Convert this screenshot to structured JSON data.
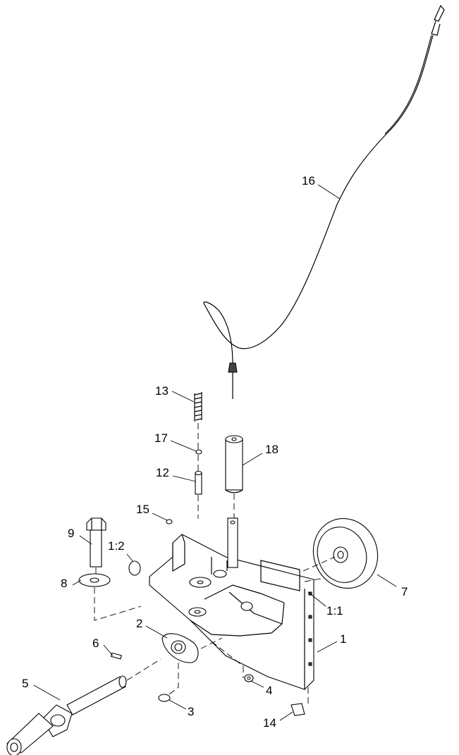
{
  "labels": {
    "l1": "1",
    "l1_1": "1:1",
    "l1_2": "1:2",
    "l2": "2",
    "l3": "3",
    "l4": "4",
    "l5": "5",
    "l6": "6",
    "l7": "7",
    "l8": "8",
    "l9": "9",
    "l12": "12",
    "l13": "13",
    "l14": "14",
    "l15": "15",
    "l16": "16",
    "l17": "17",
    "l18": "18"
  }
}
